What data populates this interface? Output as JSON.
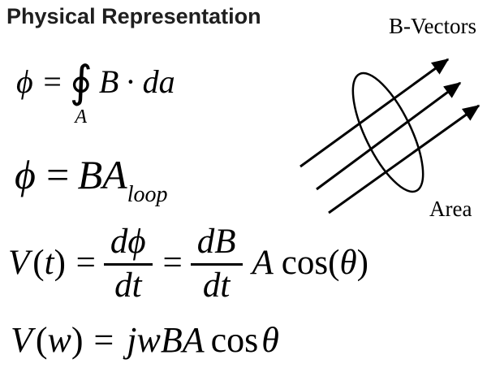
{
  "colors": {
    "background": "#ffffff",
    "ink": "#000000",
    "title_ink": "#1f1f1f"
  },
  "title": "Physical Representation",
  "diagram": {
    "b_vectors_label": "B-Vectors",
    "area_label": "Area"
  },
  "equations": {
    "flux_integral": {
      "phi": "ϕ",
      "equals": "=",
      "integral": "∮",
      "integral_subscript": "A",
      "field": "B",
      "dot": "·",
      "differential": "da"
    },
    "flux_simple": {
      "phi": "ϕ",
      "equals": "=",
      "body": "BA",
      "subscript": "loop"
    },
    "voltage_time": {
      "V": "V",
      "lparen": "(",
      "t": "t",
      "rparen": ")",
      "equals1": "=",
      "frac1_num": "dϕ",
      "frac1_den": "dt",
      "equals2": "=",
      "frac2_num": "dB",
      "frac2_den": "dt",
      "area": "A",
      "cos": "cos",
      "lparen2": "(",
      "theta": "θ",
      "rparen2": ")"
    },
    "voltage_freq": {
      "V": "V",
      "lparen": "(",
      "w": "w",
      "rparen": ")",
      "equals": "=",
      "body": "jwBA",
      "cos": "cos",
      "theta": "θ"
    }
  }
}
